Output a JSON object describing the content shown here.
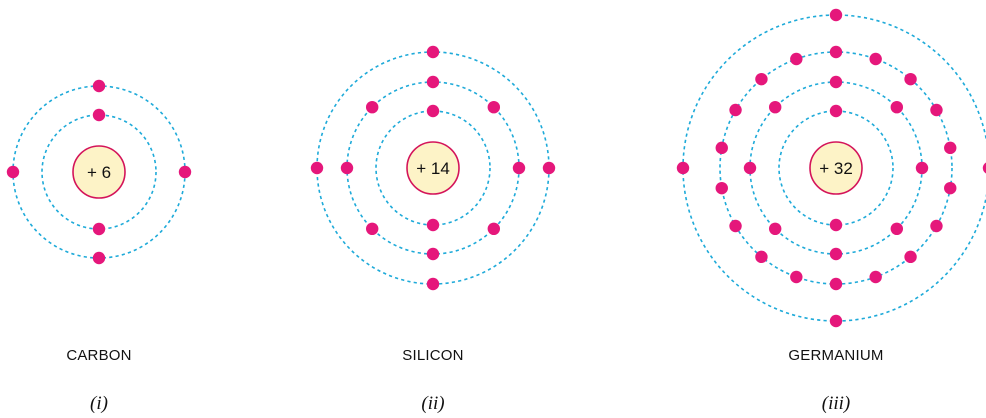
{
  "colors": {
    "electron": "#e5177b",
    "orbit": "#1eaad9",
    "nucleus_fill": "#fdf3c7",
    "nucleus_stroke": "#d4145a"
  },
  "atoms": [
    {
      "id": "carbon",
      "name": "CARBON",
      "nucleus_label": "+ 6",
      "roman": "(i)",
      "shells": [
        2,
        4
      ]
    },
    {
      "id": "silicon",
      "name": "SILICON",
      "nucleus_label": "+ 14",
      "roman": "(ii)",
      "shells": [
        2,
        8,
        4
      ]
    },
    {
      "id": "germanium",
      "name": "GERMANIUM",
      "nucleus_label": "+ 32",
      "roman": "(iii)",
      "shells": [
        2,
        8,
        18,
        4
      ]
    }
  ]
}
